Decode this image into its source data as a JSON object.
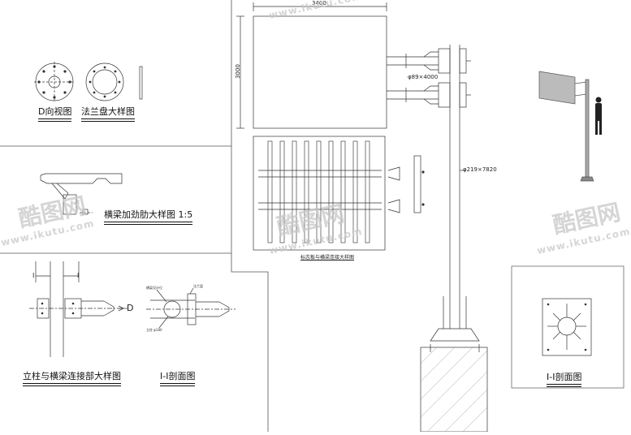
{
  "captions": {
    "d_view": "D向视图",
    "flange_detail": "法兰盘大样图",
    "rib_detail": "横梁加劲肋大样图 1:5",
    "column_beam_detail": "立柱与横梁连接部大样图",
    "section_left": "I-I剖面图",
    "section_right": "I-I剖面图",
    "sign_beam_detail": "标志板与横梁连接大样图"
  },
  "dimensions": {
    "board_width": "3400",
    "board_height": "3000",
    "beam_spec": "φ89×4000",
    "column_spec": "φ219×7820"
  },
  "labels": {
    "arrow_d": "D",
    "section_mark_left": "I",
    "section_mark_right": "I",
    "note_a": "横梁设计位",
    "note_b": "法兰盘",
    "note_c": "立柱 φ180"
  },
  "watermark": {
    "logo": "酷图网",
    "url": "www.ikutu.com"
  }
}
